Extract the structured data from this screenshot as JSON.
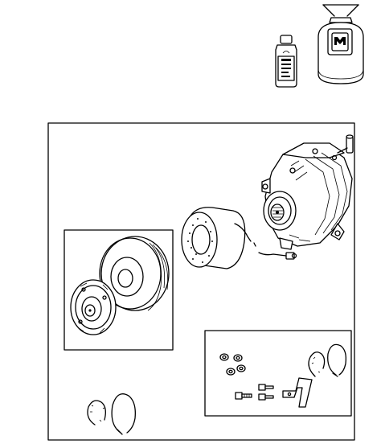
{
  "diagram": {
    "brand_color": "#000000",
    "background": "#ffffff",
    "parts": [
      {
        "name": "refrigerant-oil-bottle",
        "icon": "bottle-icon"
      },
      {
        "name": "refrigerant-tank",
        "icon": "tank-icon"
      },
      {
        "name": "ac-compressor",
        "icon": "compressor-icon"
      },
      {
        "name": "clutch-coil",
        "icon": "coil-icon"
      },
      {
        "name": "clutch-pulley-kit",
        "icon": "pulley-icon"
      },
      {
        "name": "hardware-kit",
        "icon": "hardware-icon"
      },
      {
        "name": "snap-rings",
        "icon": "ring-icon"
      }
    ]
  }
}
